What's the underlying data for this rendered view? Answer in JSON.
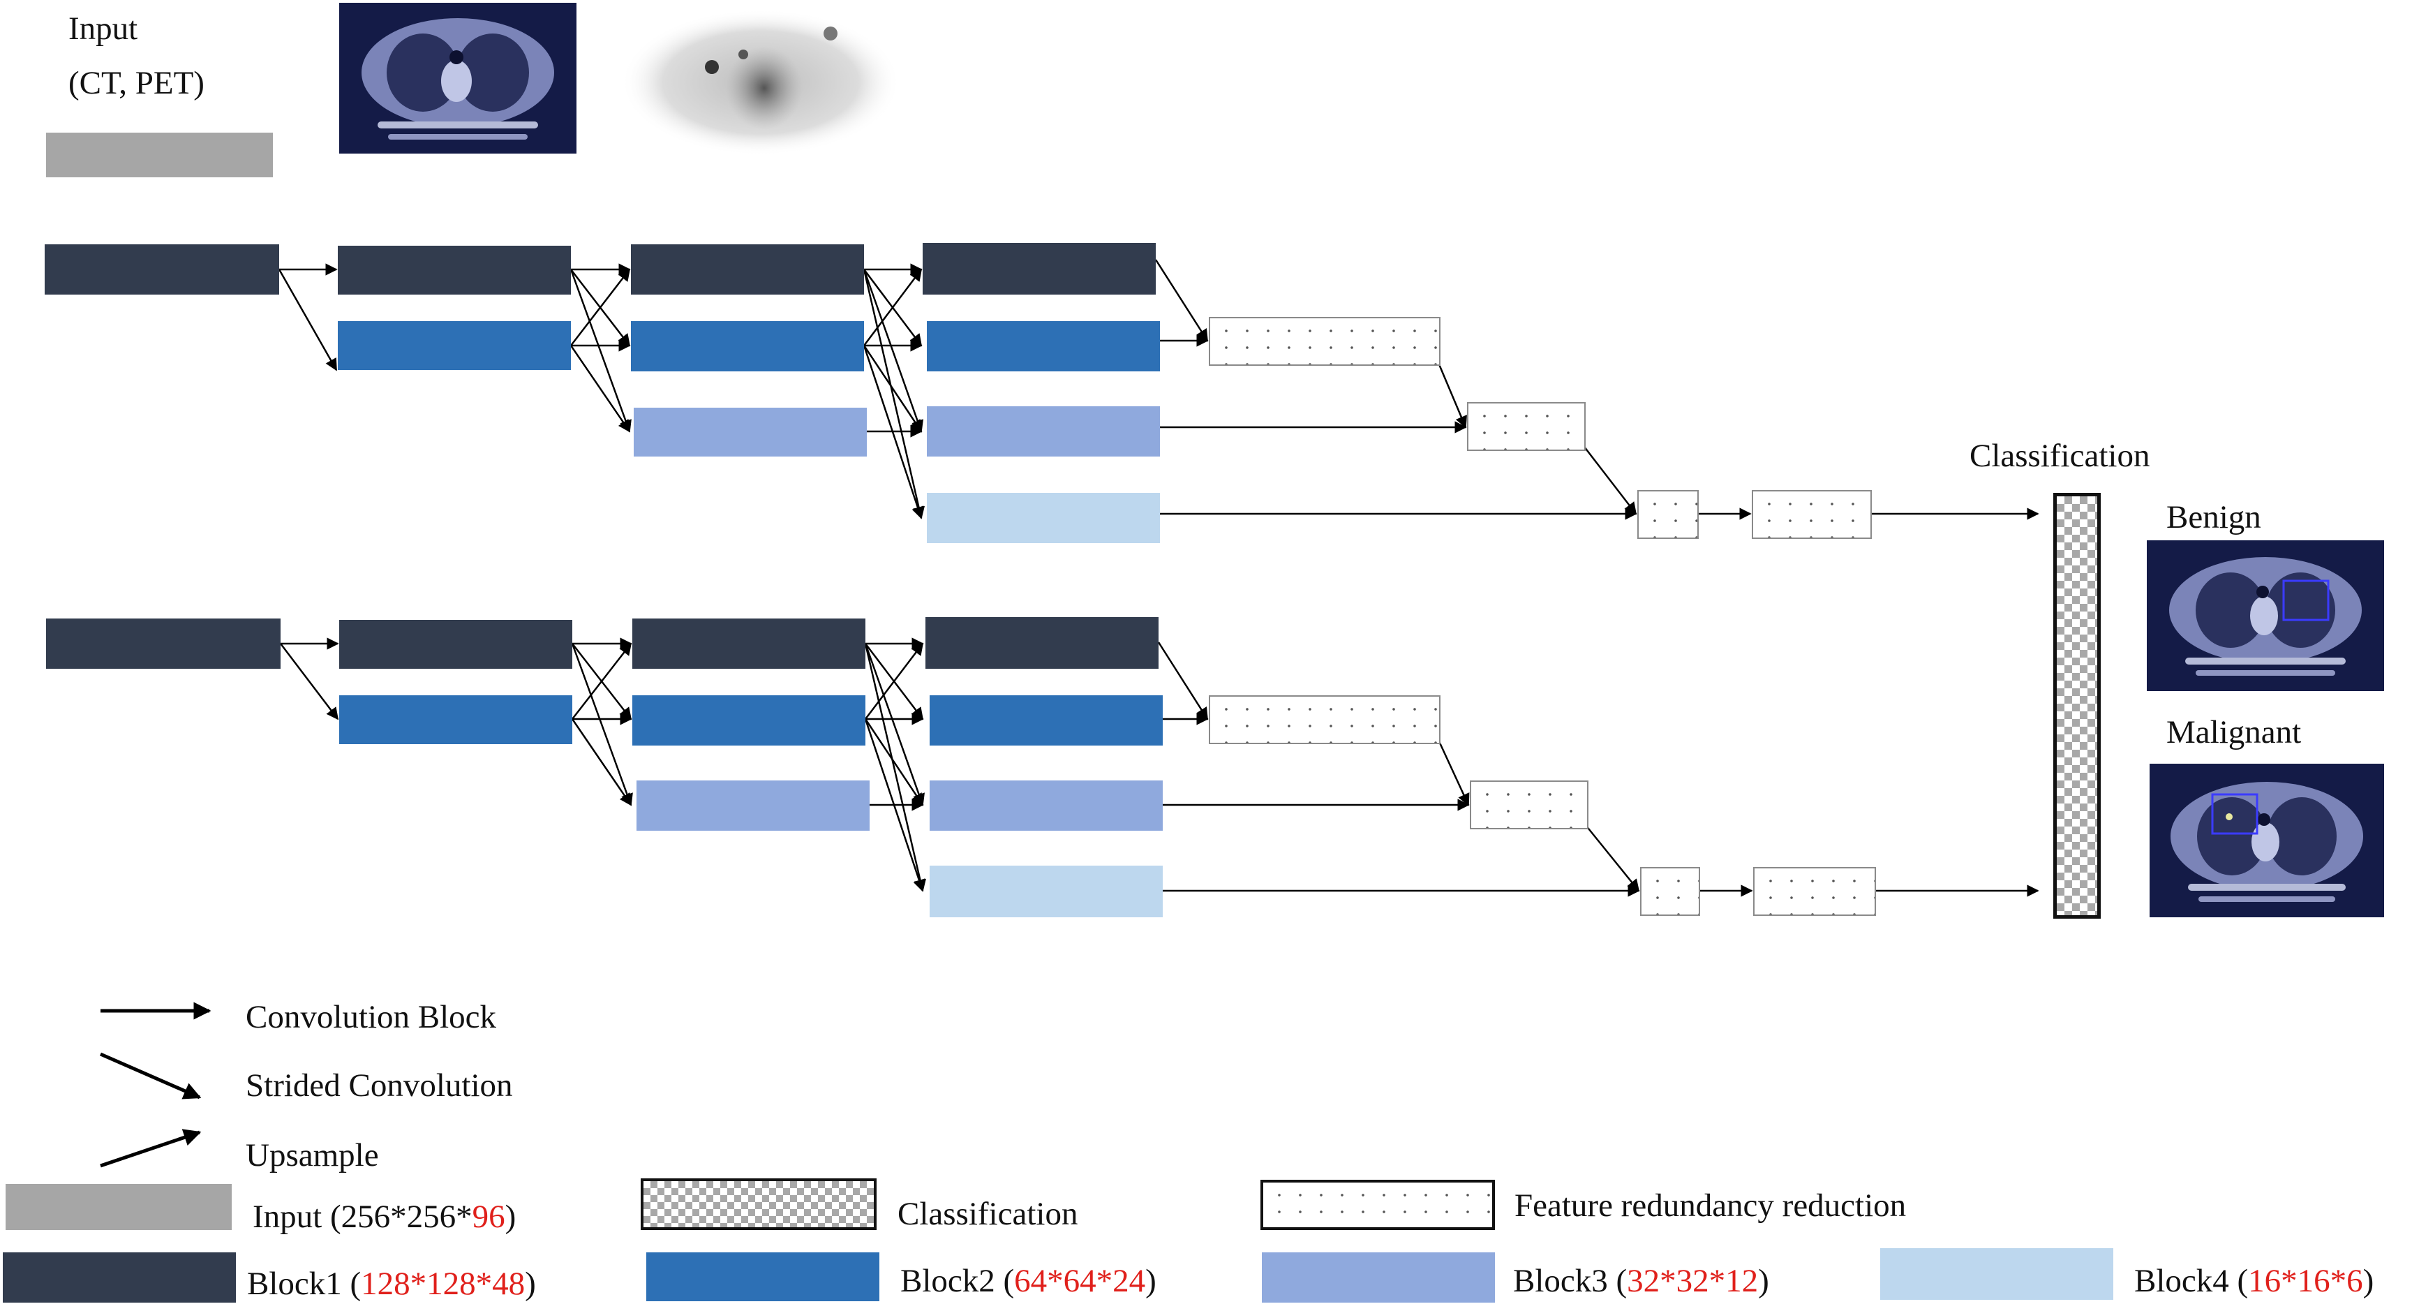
{
  "input_label": {
    "line1": "Input",
    "line2": "(CT, PET)"
  },
  "classification_title": "Classification",
  "benign_label": "Benign",
  "malignant_label": "Malignant",
  "legend": {
    "conv_block": "Convolution Block",
    "strided_conv": "Strided Convolution",
    "upsample": "Upsample",
    "input": {
      "label": "Input (256*256*",
      "dim": "96",
      "close": ")"
    },
    "classification": "Classification",
    "feature_reduction": "Feature redundancy reduction",
    "block1": {
      "label": "Block1 (",
      "dim": "128*128*48",
      "close": ")"
    },
    "block2": {
      "label": "Block2 (",
      "dim": "64*64*24",
      "close": ")"
    },
    "block3": {
      "label": "Block3 (",
      "dim": "32*32*12",
      "close": ")"
    },
    "block4": {
      "label": "Block4 (",
      "dim": "16*16*6",
      "close": ")"
    }
  },
  "colors": {
    "block1": "#323c4e",
    "block2": "#2d70b5",
    "block3": "#8fa9dd",
    "block4": "#bdd7ee",
    "input": "#a6a6a6",
    "dimension_text": "#e0201b"
  }
}
